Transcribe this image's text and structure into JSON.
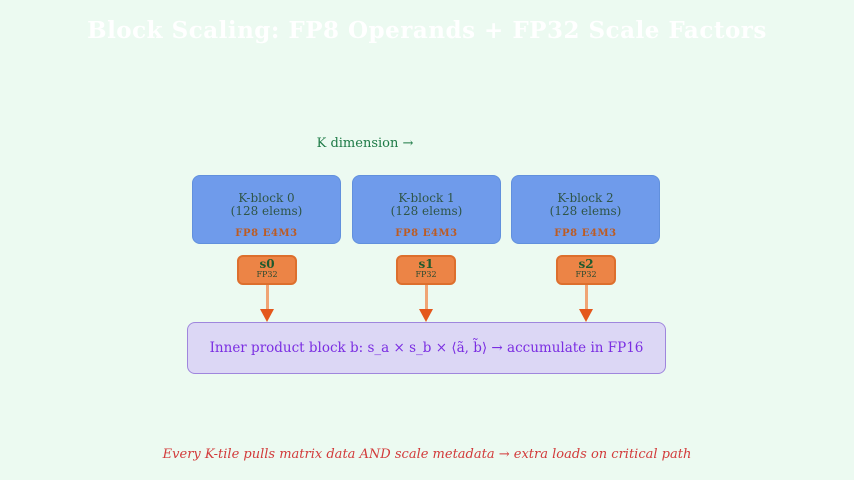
{
  "title": "Block Scaling: FP8 Operands + FP32 Scale Factors",
  "axis_label": "K dimension →",
  "blocks": [
    {
      "name": "K-block 0",
      "size": "(128 elems)",
      "format": "FP8 E4M3"
    },
    {
      "name": "K-block 1",
      "size": "(128 elems)",
      "format": "FP8 E4M3"
    },
    {
      "name": "K-block 2",
      "size": "(128 elems)",
      "format": "FP8 E4M3"
    }
  ],
  "scales": [
    {
      "name": "s0",
      "format": "FP32"
    },
    {
      "name": "s1",
      "format": "FP32"
    },
    {
      "name": "s2",
      "format": "FP32"
    }
  ],
  "inner_product": "Inner product block b: s_a × s_b × ⟨ã, b̃⟩ → accumulate in FP16",
  "footnote": "Every K-tile pulls matrix data AND scale metadata → extra loads on critical path",
  "colors": {
    "background": "#ecfaf1",
    "title_text": "#ffffff",
    "axis_label_text": "#1d7a46",
    "block_fill": "#6f9beb",
    "block_text": "#2f5547",
    "block_format_text": "#bc5b22",
    "scale_fill": "#ec8446",
    "scale_border": "#dd6f2d",
    "scale_text": "#1f5a2d",
    "arrow_shaft": "#f0a474",
    "arrow_head": "#e4571c",
    "result_fill": "#dcd7f5",
    "result_border": "#9f86dd",
    "result_text": "#7b2ee2",
    "footnote_text": "#d23a3a"
  }
}
